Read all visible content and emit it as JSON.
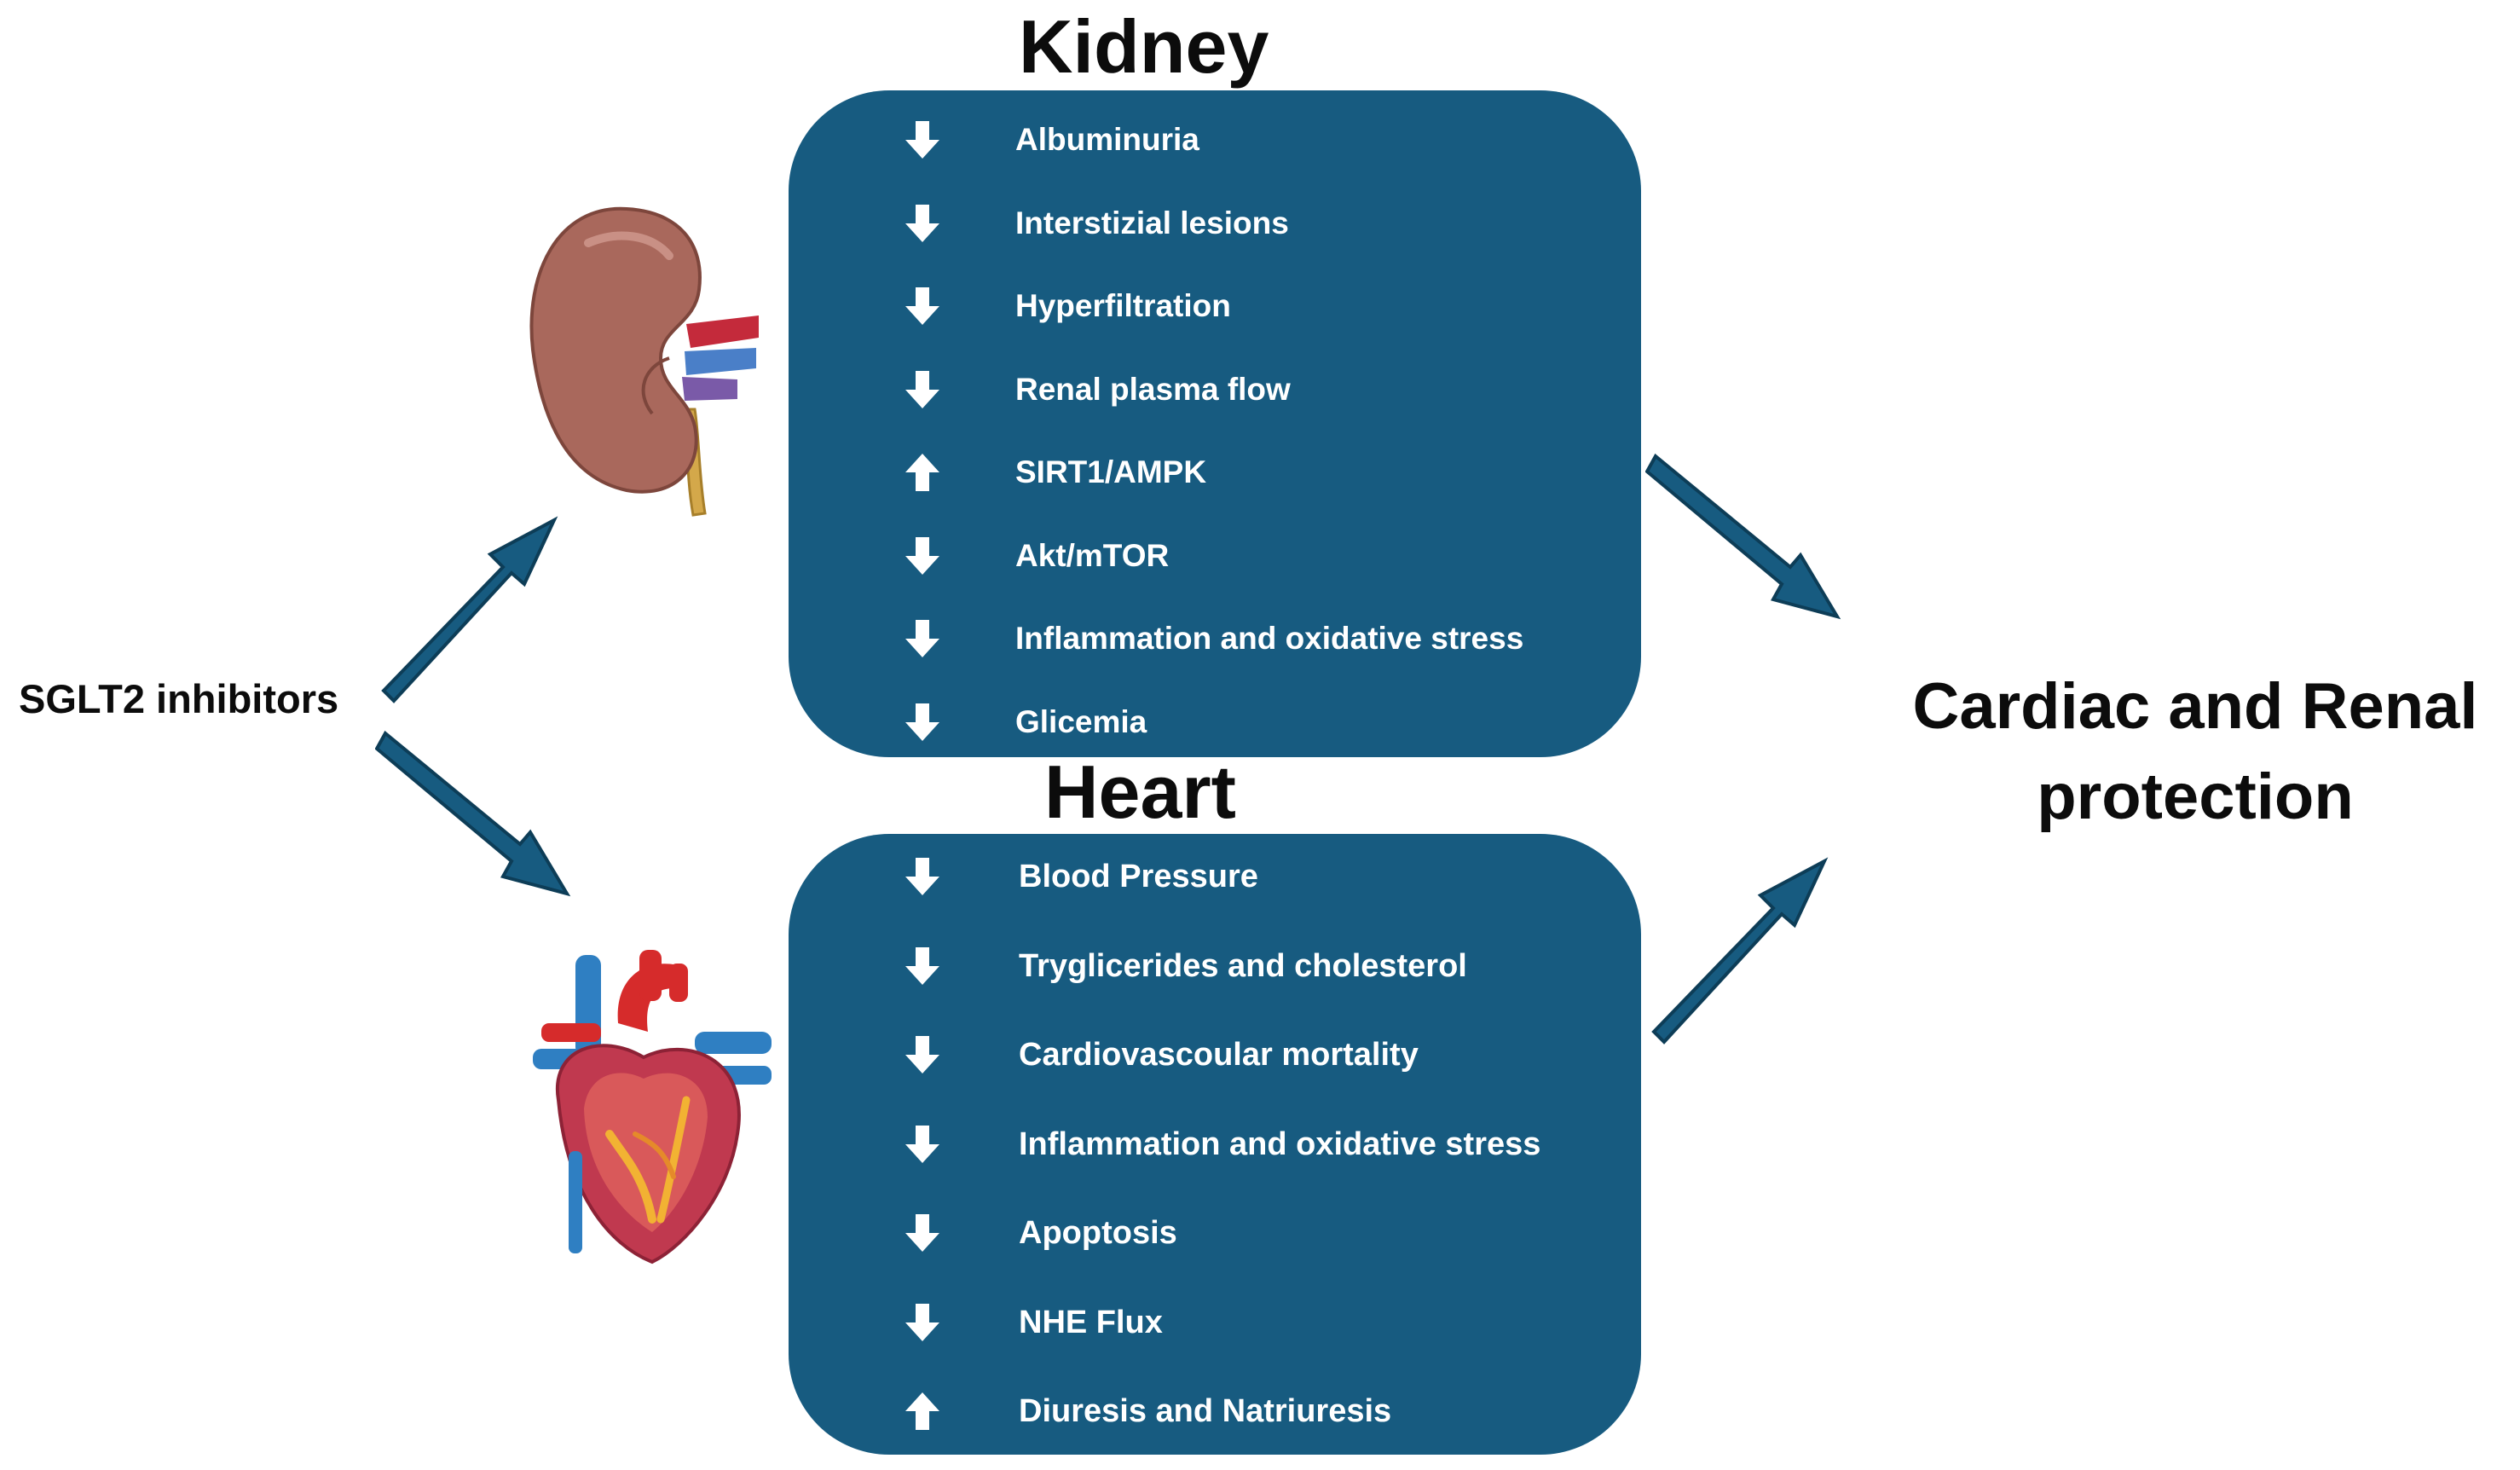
{
  "kidney": {
    "title": "Kidney",
    "items": [
      {
        "label": "Albuminuria",
        "direction": "down"
      },
      {
        "label": "Interstizial lesions",
        "direction": "down"
      },
      {
        "label": "Hyperfiltration",
        "direction": "down"
      },
      {
        "label": "Renal plasma flow",
        "direction": "down"
      },
      {
        "label": "SIRT1/AMPK",
        "direction": "up"
      },
      {
        "label": "Akt/mTOR",
        "direction": "down"
      },
      {
        "label": "Inflammation and oxidative stress",
        "direction": "down"
      },
      {
        "label": "Glicemia",
        "direction": "down"
      }
    ]
  },
  "heart": {
    "title": "Heart",
    "items": [
      {
        "label": "Blood Pressure",
        "direction": "down"
      },
      {
        "label": "Tryglicerides and cholesterol",
        "direction": "down"
      },
      {
        "label": "Cardiovascoular mortality",
        "direction": "down"
      },
      {
        "label": "Inflammation and oxidative stress",
        "direction": "down"
      },
      {
        "label": "Apoptosis",
        "direction": "down"
      },
      {
        "label": "NHE Flux",
        "direction": "down"
      },
      {
        "label": "Diuresis and Natriuresis",
        "direction": "up"
      }
    ]
  },
  "source_label": "SGLT2 inhibitors",
  "outcome": {
    "line1": "Cardiac and Renal",
    "line2": "protection"
  },
  "icons": {
    "kidney": "kidney-icon",
    "heart": "heart-icon"
  },
  "colors": {
    "panel": "#175b80",
    "arrow": "#175b80",
    "text_on_panel": "#ffffff"
  }
}
